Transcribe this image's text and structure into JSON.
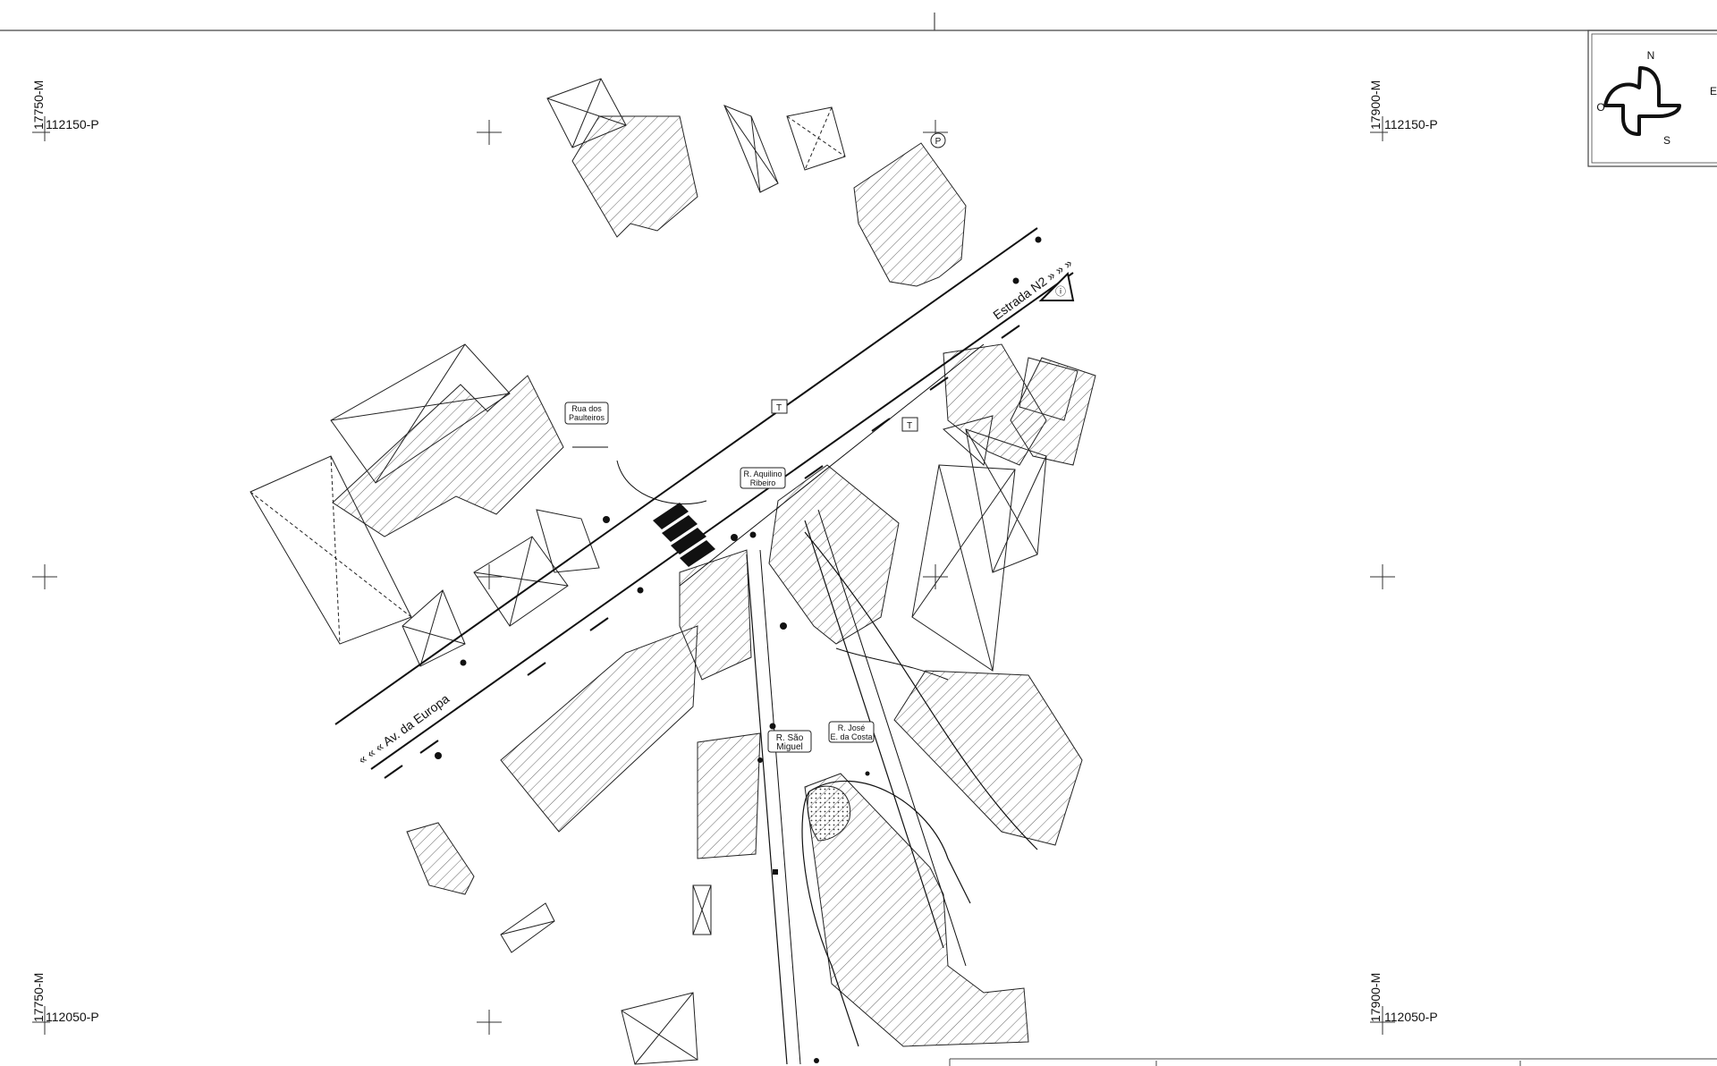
{
  "grid_labels": {
    "tl_m": "17750-M",
    "tl_p": "112150-P",
    "tr_m": "17900-M",
    "tr_p": "112150-P",
    "bl_m": "17750-M",
    "bl_p": "112050-P",
    "br_m": "17900-M",
    "br_p": "112050-P"
  },
  "compass": {
    "north": "N",
    "south": "S",
    "west": "O",
    "east": "E"
  },
  "streets": {
    "av_europa": "« « « Av. da Europa",
    "estrada_n2": "Estrada N2 » » »",
    "rua_paulitos_1": "Rua dos",
    "rua_paulitos_2": "Paulteiros",
    "aquilino_1": "R. Aquilino",
    "aquilino_2": "Ribeiro",
    "sao_miguel_1": "R. São",
    "sao_miguel_2": "Miguel",
    "jose_costa_1": "R. José",
    "jose_costa_2": "E. da Costa"
  },
  "markers": {
    "taxi_1": "T",
    "taxi_2": "T",
    "parking": "P"
  },
  "colors": {
    "ink": "#1a1a1a",
    "hatch": "#555555",
    "paper": "#ffffff"
  }
}
